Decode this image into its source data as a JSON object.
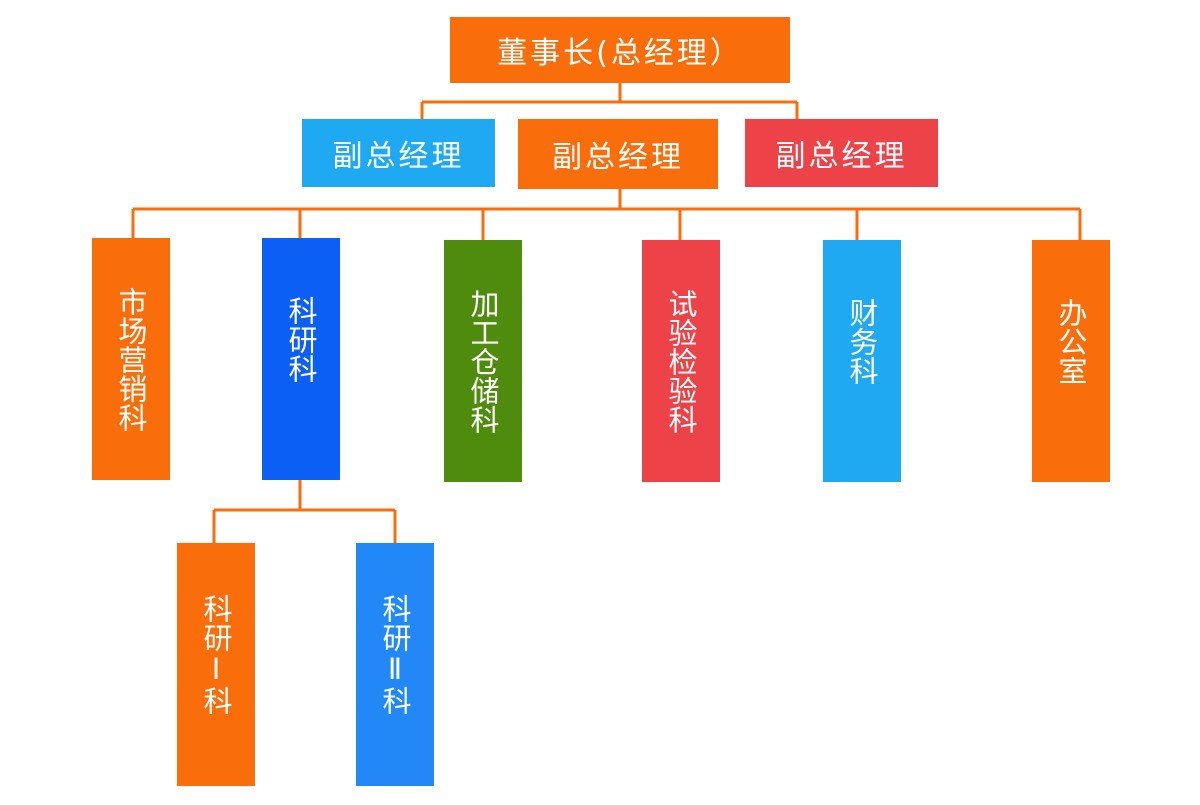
{
  "colors": {
    "orange": "#f96d0b",
    "light_blue": "#1fa9f2",
    "red": "#ee4249",
    "blue": "#0b5ff5",
    "green": "#4f8b0d",
    "mid_blue": "#2288f8",
    "connector": "#f96d0b"
  },
  "org_chart": {
    "chairman": "董事长(总经理）",
    "vice_gm_left": "副总经理",
    "vice_gm_center": "副总经理",
    "vice_gm_right": "副总经理",
    "departments": {
      "marketing": "市场营销科",
      "rd": "科研科",
      "processing_storage": "加工仓储科",
      "testing": "试验检验科",
      "finance": "财务科",
      "office": "办公室"
    },
    "rd_subunits": {
      "rd_1": "科研Ⅰ科",
      "rd_2": "科研Ⅱ科"
    }
  }
}
